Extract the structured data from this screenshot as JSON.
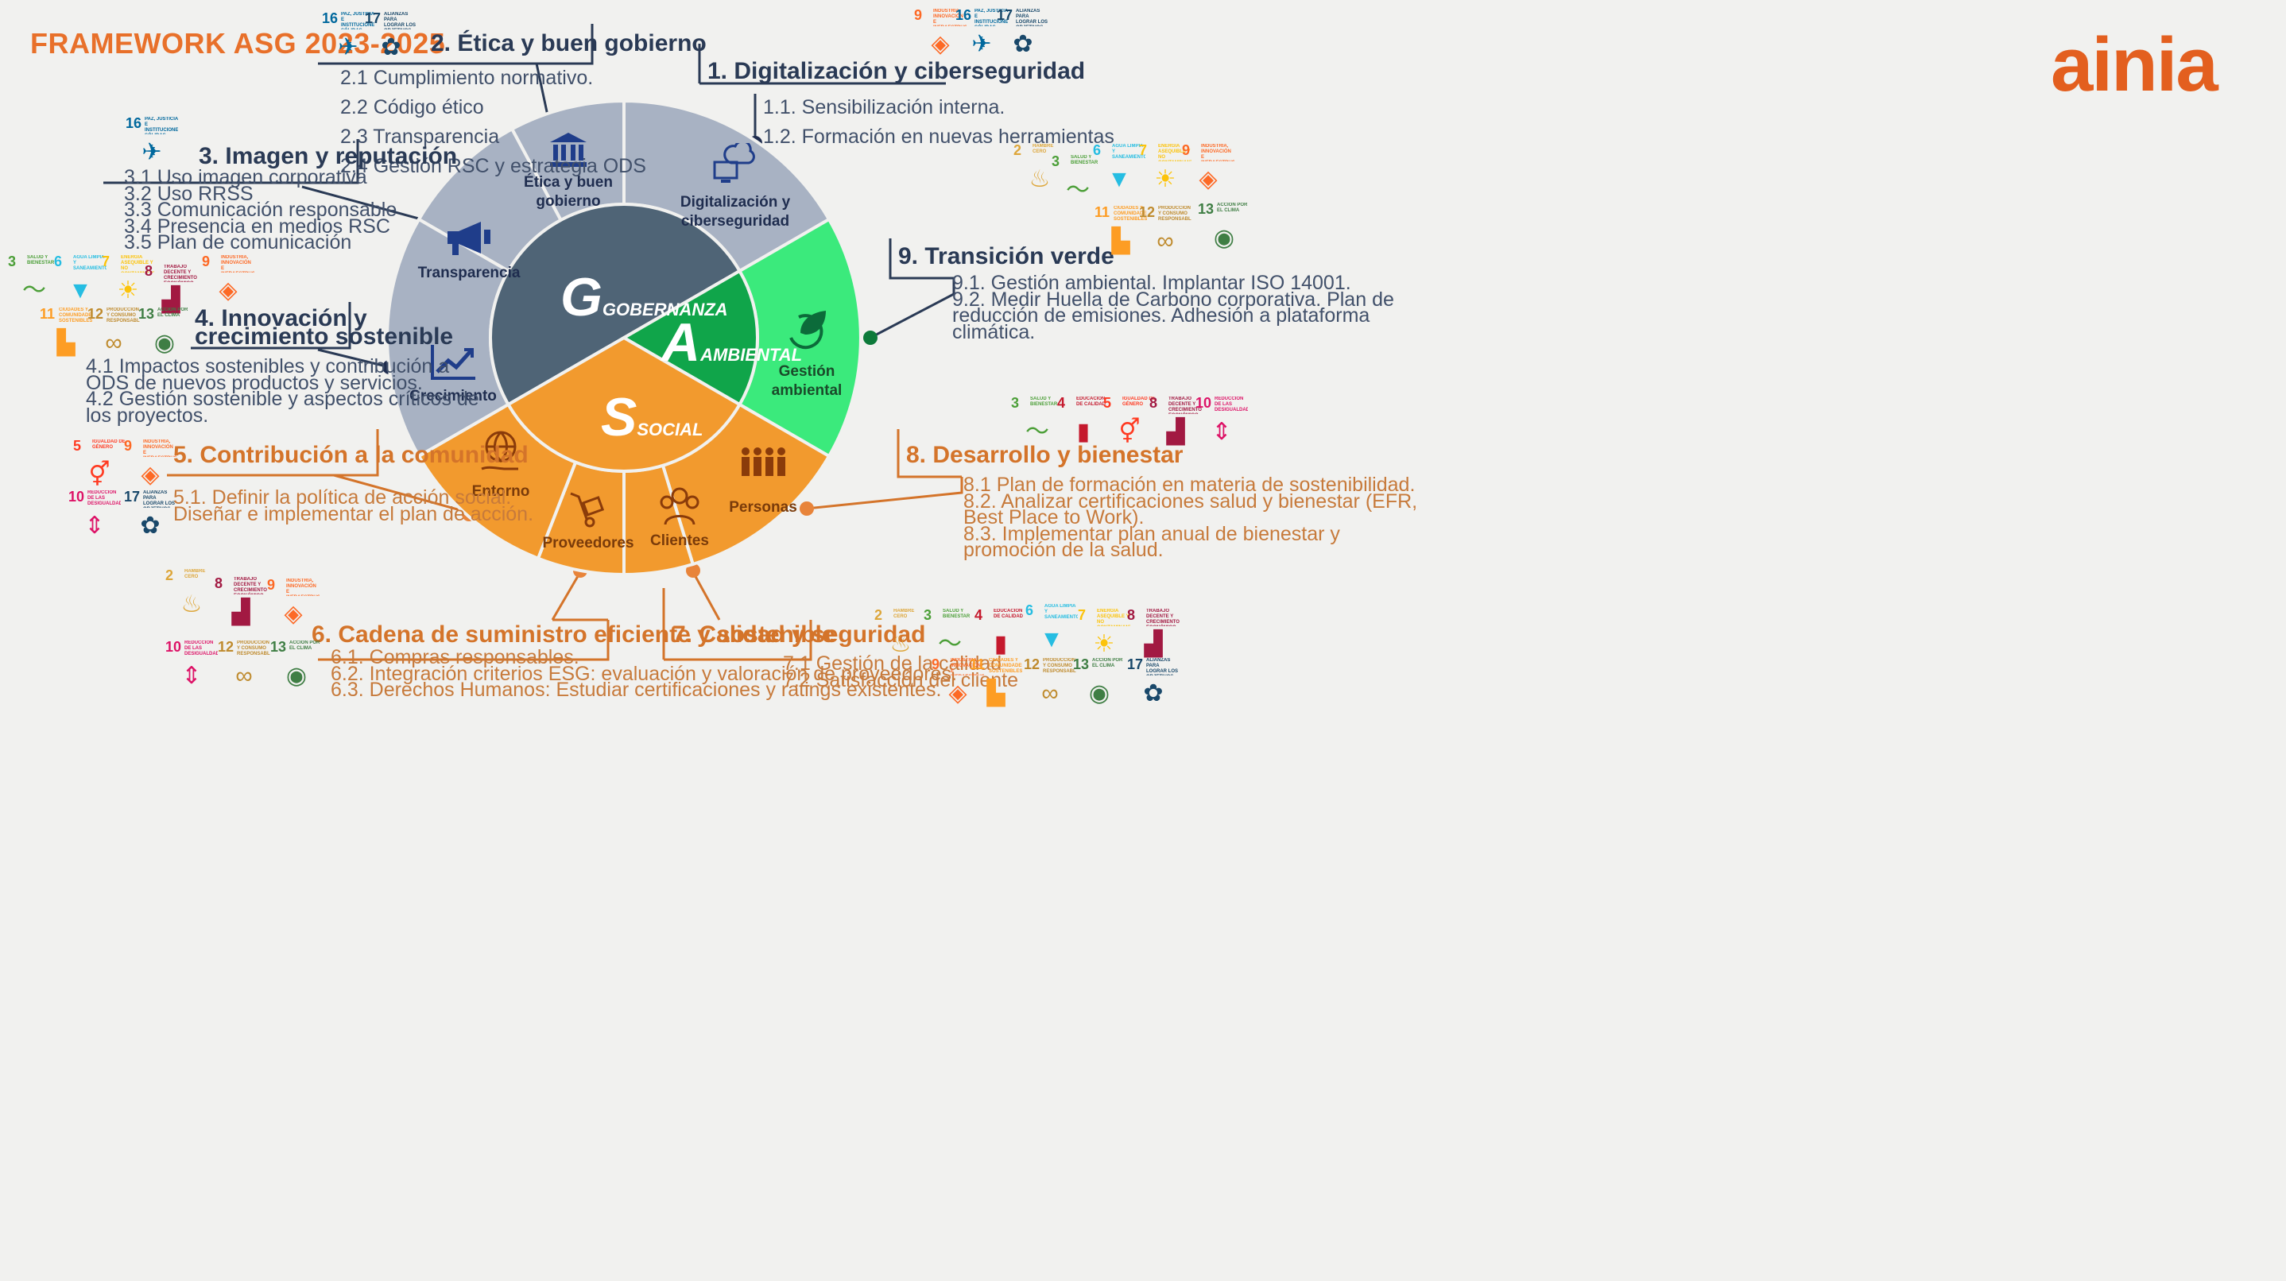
{
  "header": {
    "title": "FRAMEWORK ASG 2023-2025",
    "logo": "ainia"
  },
  "wheel": {
    "core": {
      "gobernanza": "GOBERNANZA",
      "ambiental": "AMBIENTAL",
      "social": "SOCIAL"
    },
    "segments": {
      "etica": [
        "Ética y buen",
        "gobierno"
      ],
      "digital": [
        "Digitalización y",
        "ciberseguridad"
      ],
      "transparencia": [
        "Transparencia"
      ],
      "crecimiento": [
        "Crecimiento"
      ],
      "gestion": [
        "Gestión",
        "ambiental"
      ],
      "personas": [
        "Personas"
      ],
      "clientes": [
        "Clientes"
      ],
      "proveedores": [
        "Proveedores"
      ],
      "entorno": [
        "Entorno"
      ]
    }
  },
  "sections": {
    "s1": {
      "title": "1. Digitalización y ciberseguridad",
      "items": [
        "1.1. Sensibilización interna.",
        "1.2. Formación en nuevas herramientas"
      ]
    },
    "s2": {
      "title": "2. Ética y buen gobierno",
      "items": [
        "2.1 Cumplimiento normativo.",
        "2.2 Código ético",
        "2.3 Transparencia",
        "2.4 Gestión RSC y estrategia ODS"
      ]
    },
    "s3": {
      "title": "3. Imagen y reputación",
      "items": [
        "3.1 Uso imagen corporativa",
        "3.2 Uso RRSS",
        "3.3 Comunicación responsable",
        "3.4 Presencia en medios RSC",
        "3.5 Plan de comunicación"
      ]
    },
    "s4": {
      "title_lines": [
        "4. Innovación y",
        "crecimiento sostenible"
      ],
      "items": [
        "4.1 Impactos sostenibles y contribución a",
        "ODS de nuevos productos y servicios.",
        "4.2 Gestión sostenible y aspectos críticos de",
        "los proyectos."
      ]
    },
    "s5": {
      "title": "5. Contribución a la comunidad",
      "items": [
        "5.1. Definir la política de acción social.",
        "Diseñar e implementar el plan de acción."
      ]
    },
    "s6": {
      "title": "6. Cadena de suministro eficiente y sostenible",
      "items": [
        "6.1. Compras responsables.",
        "6.2. Integración criterios ESG: evaluación y valoración de proveedores.",
        "6.3. Derechos Humanos: Estudiar certificaciones y ratings existentes."
      ]
    },
    "s7": {
      "title": "7. Calidad y seguridad",
      "items": [
        "7.1 Gestión de la calidad",
        "7.2 Satisfacción del cliente"
      ]
    },
    "s8": {
      "title": "8. Desarrollo y bienestar",
      "items": [
        "8.1 Plan de formación en materia de sostenibilidad.",
        "8.2. Analizar certificaciones salud y bienestar (EFR,",
        "Best Place to Work).",
        "8.3. Implementar plan anual de bienestar y",
        "promoción de la salud."
      ]
    },
    "s9": {
      "title": "9. Transición verde",
      "items": [
        "9.1. Gestión ambiental.  Implantar ISO 14001.",
        "9.2. Medir Huella de Carbono corporativa. Plan de",
        "reducción de emisiones. Adhesión a plataforma",
        "climática."
      ]
    }
  },
  "sdg_catalog": {
    "2": {
      "label": "HAMBRE CERO",
      "color": "#dda63a",
      "icon": "bowl-icon"
    },
    "3": {
      "label": "SALUD Y BIENESTAR",
      "color": "#4c9f38",
      "icon": "heartbeat-icon"
    },
    "4": {
      "label": "EDUCACIÓN DE CALIDAD",
      "color": "#c5192d",
      "icon": "book-icon"
    },
    "5": {
      "label": "IGUALDAD DE GÉNERO",
      "color": "#ff3a21",
      "icon": "gender-icon"
    },
    "6": {
      "label": "AGUA LIMPIA Y SANEAMIENTO",
      "color": "#26bde2",
      "icon": "water-icon"
    },
    "7": {
      "label": "ENERGÍA ASEQUIBLE Y NO CONTAMINANTE",
      "color": "#fcc30b",
      "icon": "sun-icon"
    },
    "8": {
      "label": "TRABAJO DECENTE Y CRECIMIENTO ECONÓMICO",
      "color": "#a21942",
      "icon": "growth-chart-icon"
    },
    "9": {
      "label": "INDUSTRIA, INNOVACIÓN E INFRAESTRUCTURA",
      "color": "#fd6925",
      "icon": "cubes-icon"
    },
    "10": {
      "label": "REDUCCIÓN DE LAS DESIGUALDADES",
      "color": "#dd1367",
      "icon": "equality-icon"
    },
    "11": {
      "label": "CIUDADES Y COMUNIDADES SOSTENIBLES",
      "color": "#fd9d24",
      "icon": "city-icon"
    },
    "12": {
      "label": "PRODUCCIÓN Y CONSUMO RESPONSABLES",
      "color": "#bf8b2e",
      "icon": "infinity-icon"
    },
    "13": {
      "label": "ACCIÓN POR EL CLIMA",
      "color": "#3f7e44",
      "icon": "eye-earth-icon"
    },
    "16": {
      "label": "PAZ, JUSTICIA E INSTITUCIONES SÓLIDAS",
      "color": "#00689d",
      "icon": "dove-icon"
    },
    "17": {
      "label": "ALIANZAS PARA LOGRAR LOS OBJETIVOS",
      "color": "#19486a",
      "icon": "flower-icon"
    }
  },
  "sdg_groups": {
    "g2": [
      "16",
      "17"
    ],
    "g1": [
      "9",
      "16",
      "17"
    ],
    "g3": [
      "16"
    ],
    "g4": [
      "3",
      "6",
      "7",
      "8",
      "9",
      "11",
      "12",
      "13"
    ],
    "g9": [
      "2",
      "3",
      "6",
      "7",
      "9",
      "11",
      "12",
      "13"
    ],
    "g8": [
      "3",
      "4",
      "5",
      "8",
      "10"
    ],
    "g5": [
      "5",
      "9",
      "10",
      "17"
    ],
    "g6": [
      "2",
      "8",
      "9",
      "10",
      "12",
      "13"
    ],
    "g7": [
      "2",
      "3",
      "4",
      "6",
      "7",
      "8",
      "9",
      "11",
      "12",
      "13",
      "17"
    ]
  }
}
